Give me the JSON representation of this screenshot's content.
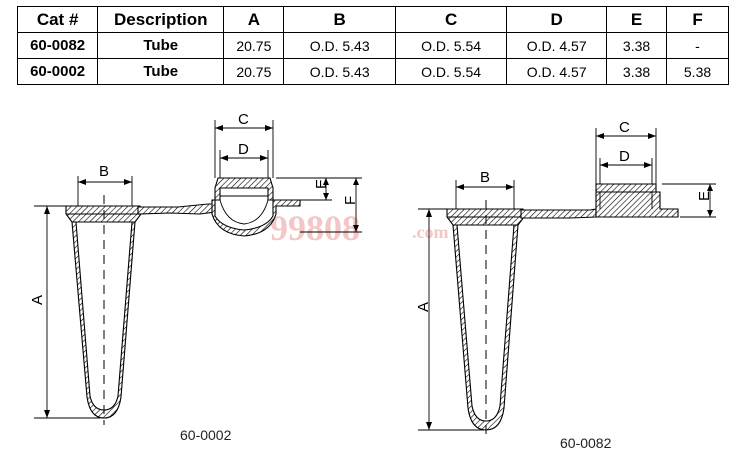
{
  "table": {
    "headers": [
      "Cat #",
      "Description",
      "A",
      "B",
      "C",
      "D",
      "E",
      "F"
    ],
    "rows": [
      [
        "60-0082",
        "Tube",
        "20.75",
        "O.D. 5.43",
        "O.D. 5.54",
        "O.D. 4.57",
        "3.38",
        "-"
      ],
      [
        "60-0002",
        "Tube",
        "20.75",
        "O.D. 5.43",
        "O.D. 5.54",
        "O.D. 4.57",
        "3.38",
        "5.38"
      ]
    ]
  },
  "diagrams": {
    "left": {
      "caption": "60-0002",
      "labels": {
        "a": "A",
        "b": "B",
        "c": "C",
        "d": "D",
        "e": "E",
        "f": "F"
      }
    },
    "right": {
      "caption": "60-0082",
      "labels": {
        "a": "A",
        "b": "B",
        "c": "C",
        "d": "D",
        "e": "E"
      }
    }
  },
  "watermark": {
    "main": "99808",
    "suffix": ".com"
  }
}
